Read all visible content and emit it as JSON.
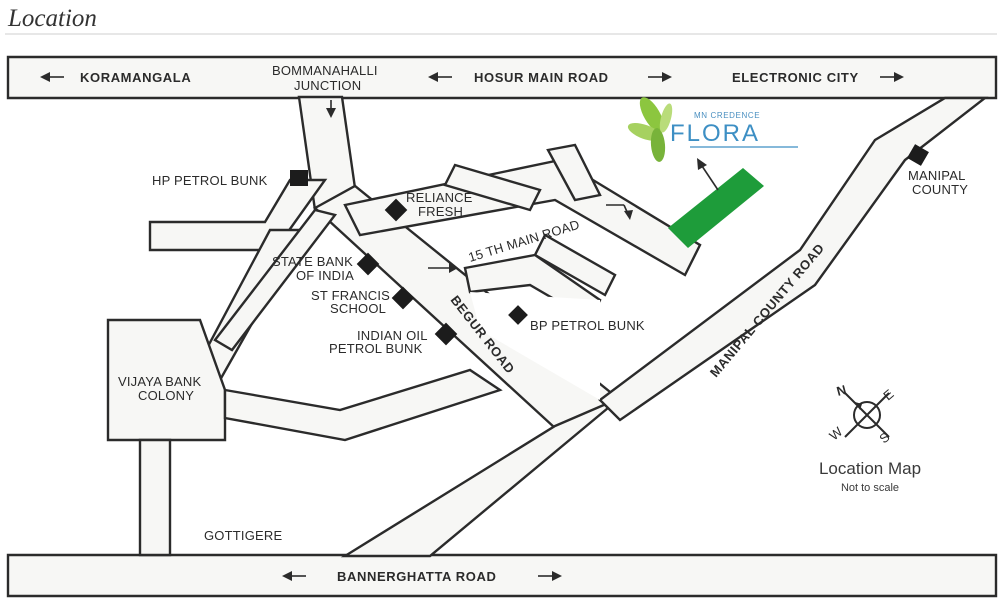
{
  "header": {
    "title": "Location"
  },
  "roads": {
    "koramangala": "KORAMANGALA",
    "hosur_main_road": "HOSUR MAIN ROAD",
    "electronic_city": "ELECTRONIC CITY",
    "bommanahalli_junction": [
      "BOMMANAHALLI",
      "JUNCTION"
    ],
    "main_road_15th": "15 TH MAIN ROAD",
    "begur_road": "BEGUR ROAD",
    "manipal_county_road": "MANIPAL COUNTY ROAD",
    "bannerghatta_road": "BANNERGHATTA ROAD"
  },
  "landmarks": {
    "hp_petrol_bunk": "HP PETROL BUNK",
    "reliance_fresh": [
      "RELIANCE",
      "FRESH"
    ],
    "state_bank_of_india": [
      "STATE BANK",
      "OF INDIA"
    ],
    "st_francis_school": [
      "ST FRANCIS",
      "SCHOOL"
    ],
    "indian_oil_petrol_bunk": [
      "INDIAN OIL",
      "PETROL BUNK"
    ],
    "bp_petrol_bunk": "BP PETROL BUNK",
    "manipal_county": [
      "MANIPAL",
      "COUNTY"
    ],
    "vijaya_bank_colony": [
      "VIJAYA BANK",
      "COLONY"
    ],
    "gottigere": "GOTTIGERE"
  },
  "project": {
    "developer": "MN CREDENCE",
    "name": "FLORA",
    "colors": {
      "site": "#1e9c3a",
      "logo_text": "#3d8fc4",
      "leaf": "#8cc63f"
    }
  },
  "compass": {
    "n": "N",
    "e": "E",
    "s": "S",
    "w": "W"
  },
  "legend": {
    "title": "Location Map",
    "note": "Not to scale"
  }
}
